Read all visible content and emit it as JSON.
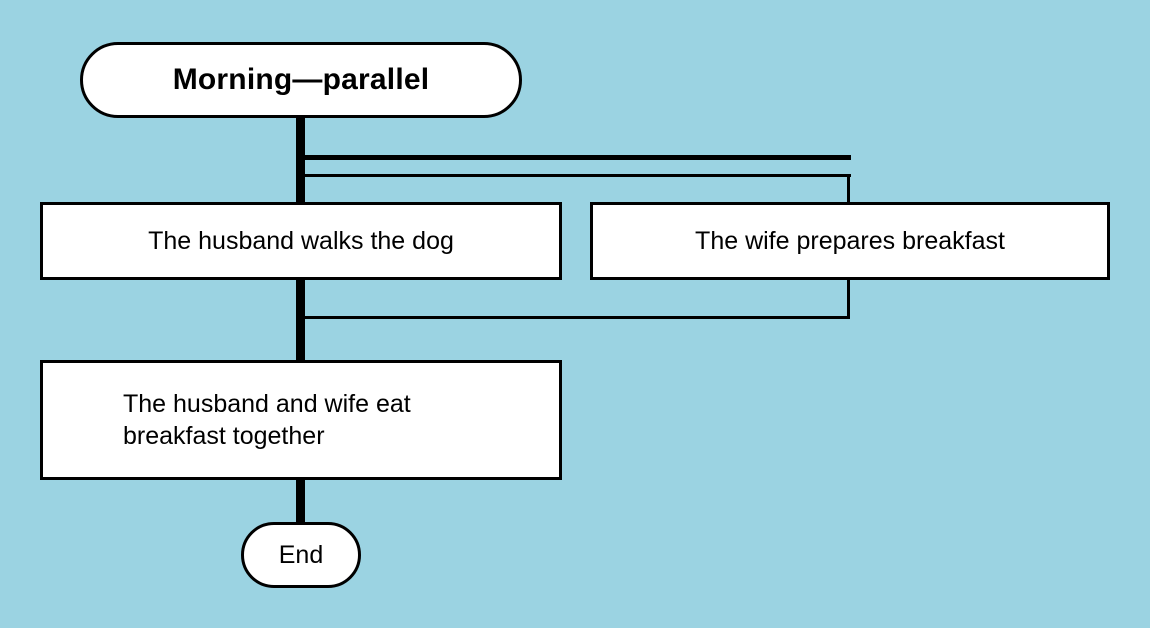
{
  "diagram": {
    "type": "flowchart",
    "orientation": "top-down",
    "background_color": "#9bd3e2",
    "node_fill_color": "#ffffff",
    "stroke_color": "#000000",
    "title": "Morning—parallel"
  },
  "nodes": {
    "start": {
      "id": "start",
      "shape": "stadium",
      "label": "Morning—parallel",
      "bold": true
    },
    "task_husband_dog": {
      "id": "task_husband_dog",
      "shape": "rectangle",
      "label": "The husband walks the dog"
    },
    "task_wife_breakfast": {
      "id": "task_wife_breakfast",
      "shape": "rectangle",
      "label": "The wife prepares breakfast"
    },
    "task_eat_together": {
      "id": "task_eat_together",
      "shape": "rectangle",
      "label": "The husband and wife eat\nbreakfast together"
    },
    "end": {
      "id": "end",
      "shape": "stadium",
      "label": "End",
      "bold": false
    }
  },
  "edges": [
    {
      "from": "start",
      "to": "fork"
    },
    {
      "from": "fork",
      "to": "task_husband_dog"
    },
    {
      "from": "fork",
      "to": "task_wife_breakfast"
    },
    {
      "from": "task_husband_dog",
      "to": "join"
    },
    {
      "from": "task_wife_breakfast",
      "to": "join"
    },
    {
      "from": "join",
      "to": "task_eat_together"
    },
    {
      "from": "task_eat_together",
      "to": "end"
    }
  ]
}
